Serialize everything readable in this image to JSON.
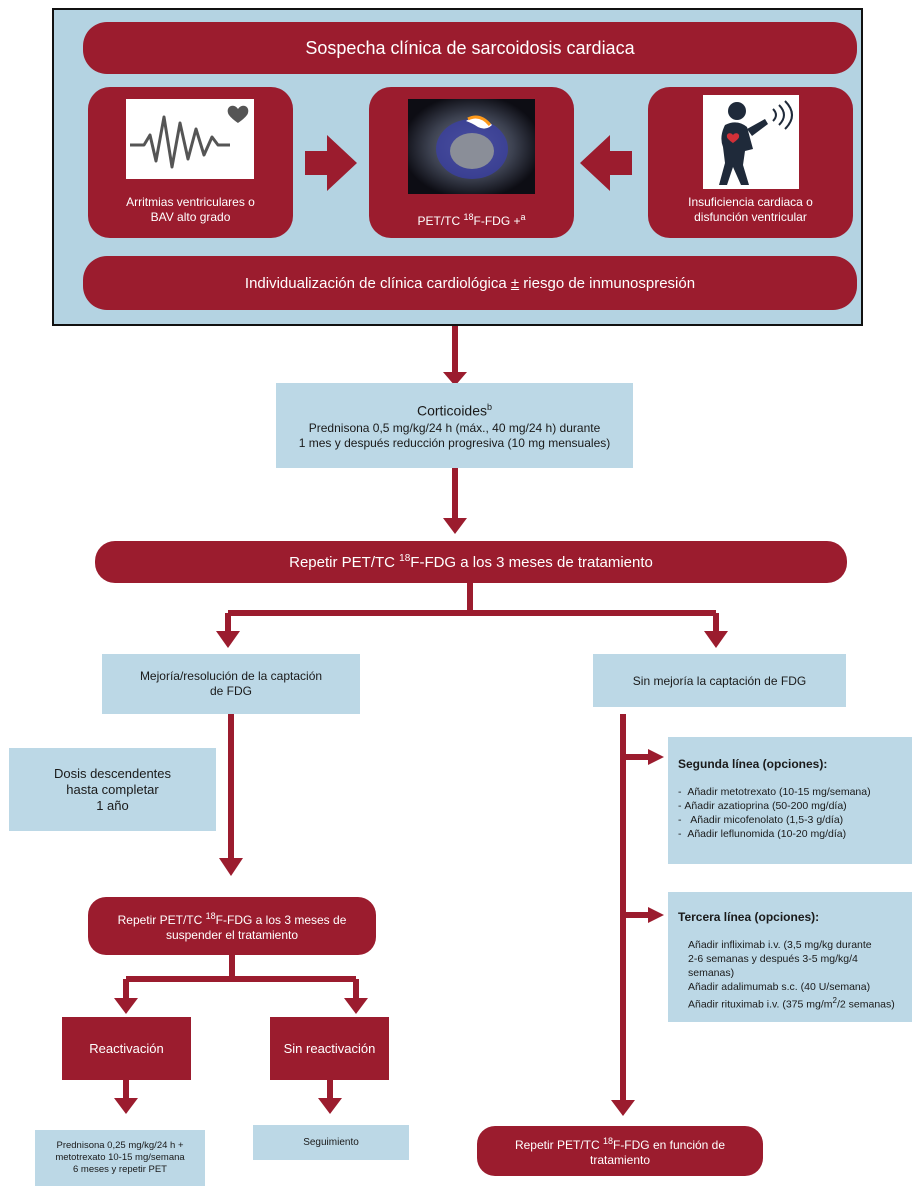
{
  "top_frame": {
    "title": "Sospecha clínica de sarcoidosis cardiaca",
    "left_card": {
      "line1": "Arritmias ventriculares o",
      "line2": "BAV alto grado",
      "icon": "heart-rhythm-icon"
    },
    "center_card": {
      "prefix": "PET/TC ",
      "sup1": "18",
      "mid": "F-FDG +",
      "sup2": "a",
      "icon": "pet-scan-image"
    },
    "right_card": {
      "line1": "Insuficiencia cardiaca o",
      "line2": "disfunción ventricular",
      "icon": "heart-patient-icon"
    },
    "bottom": {
      "before": "Individualización de clínica cardiológica ",
      "pm": "±",
      "after": " riesgo de inmunospresión"
    }
  },
  "corticoides": {
    "title": "Corticoides",
    "title_sup": "b",
    "line1": "Prednisona 0,5 mg/kg/24 h (máx., 40 mg/24 h) durante",
    "line2": "1 mes y después reducción progresiva (10 mg mensuales)"
  },
  "repeat_pet_3m": {
    "prefix": "Repetir PET/TC ",
    "sup": "18",
    "suffix": "F-FDG a los 3 meses de tratamiento"
  },
  "improvement": {
    "line1": "Mejoría/resolución de la captación",
    "line2": "de FDG"
  },
  "no_improvement": {
    "text": "Sin mejoría la captación de FDG"
  },
  "taper": {
    "line1": "Dosis descendentes",
    "line2": "hasta completar",
    "line3": "1 año"
  },
  "repeat_pet_suspend": {
    "prefix": "Repetir PET/TC ",
    "sup": "18",
    "suffix": "F-FDG a los 3 meses de",
    "line2": "suspender el tratamiento"
  },
  "reactivation": {
    "text": "Reactivación"
  },
  "no_reactivation": {
    "text": "Sin reactivación"
  },
  "reactivation_treatment": {
    "line1": "Prednisona 0,25 mg/kg/24 h +",
    "line2": "metotrexato 10-15 mg/semana",
    "line3": "6 meses y repetir PET"
  },
  "followup": {
    "text": "Seguimiento"
  },
  "second_line": {
    "heading": "Segunda línea (opciones):",
    "items": [
      "Añadir metotrexato (10-15 mg/semana)",
      "Añadir azatioprina (50-200 mg/día)",
      "Añadir micofenolato (1,5-3 g/día)",
      "Añadir leflunomida (10-20 mg/día)"
    ]
  },
  "third_line": {
    "heading": "Tercera línea (opciones):",
    "item1_l1": "Añadir infliximab i.v. (3,5 mg/kg durante",
    "item1_l2": "2-6 semanas y después 3-5 mg/kg/4",
    "item1_l3": "semanas)",
    "item2": "Añadir adalimumab s.c. (40 U/semana)",
    "item3_prefix": "Añadir rituximab i.v. (375 mg/m",
    "item3_sup": "2",
    "item3_suffix": "/2 semanas)"
  },
  "repeat_pet_treatment": {
    "prefix": "Repetir PET/TC ",
    "sup": "18",
    "suffix": "F-FDG en función de",
    "line2": "tratamiento"
  },
  "colors": {
    "red": "#9b1c2e",
    "light_blue": "#bcd8e6",
    "frame_blue": "#b4d3e2"
  }
}
